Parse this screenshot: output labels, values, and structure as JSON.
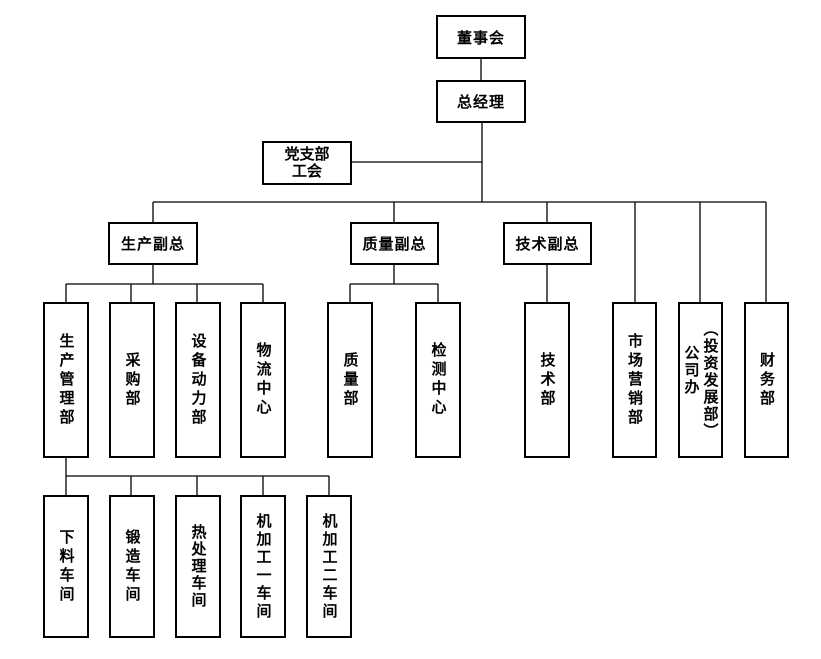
{
  "chart": {
    "title": "组织结构图",
    "top": {
      "board": "董事会",
      "gm": "总经理",
      "party": [
        "党支部",
        "工会"
      ]
    },
    "vps": [
      {
        "label": "生产副总"
      },
      {
        "label": "质量副总"
      },
      {
        "label": "技术副总"
      }
    ],
    "production_depts": [
      "生产管理部",
      "采购部",
      "设备动力部",
      "物流中心"
    ],
    "quality_depts": [
      "质量部",
      "检测中心"
    ],
    "tech_depts": [
      "技术部"
    ],
    "direct_depts": [
      {
        "label": "市场营销部"
      },
      {
        "label_main": "公司办",
        "label_sub": "（投资发展部）"
      },
      {
        "label": "财务部"
      }
    ],
    "workshops": [
      "下料车间",
      "锻造车间",
      "热处理车间",
      "机加工一车间",
      "机加工二车间"
    ]
  }
}
